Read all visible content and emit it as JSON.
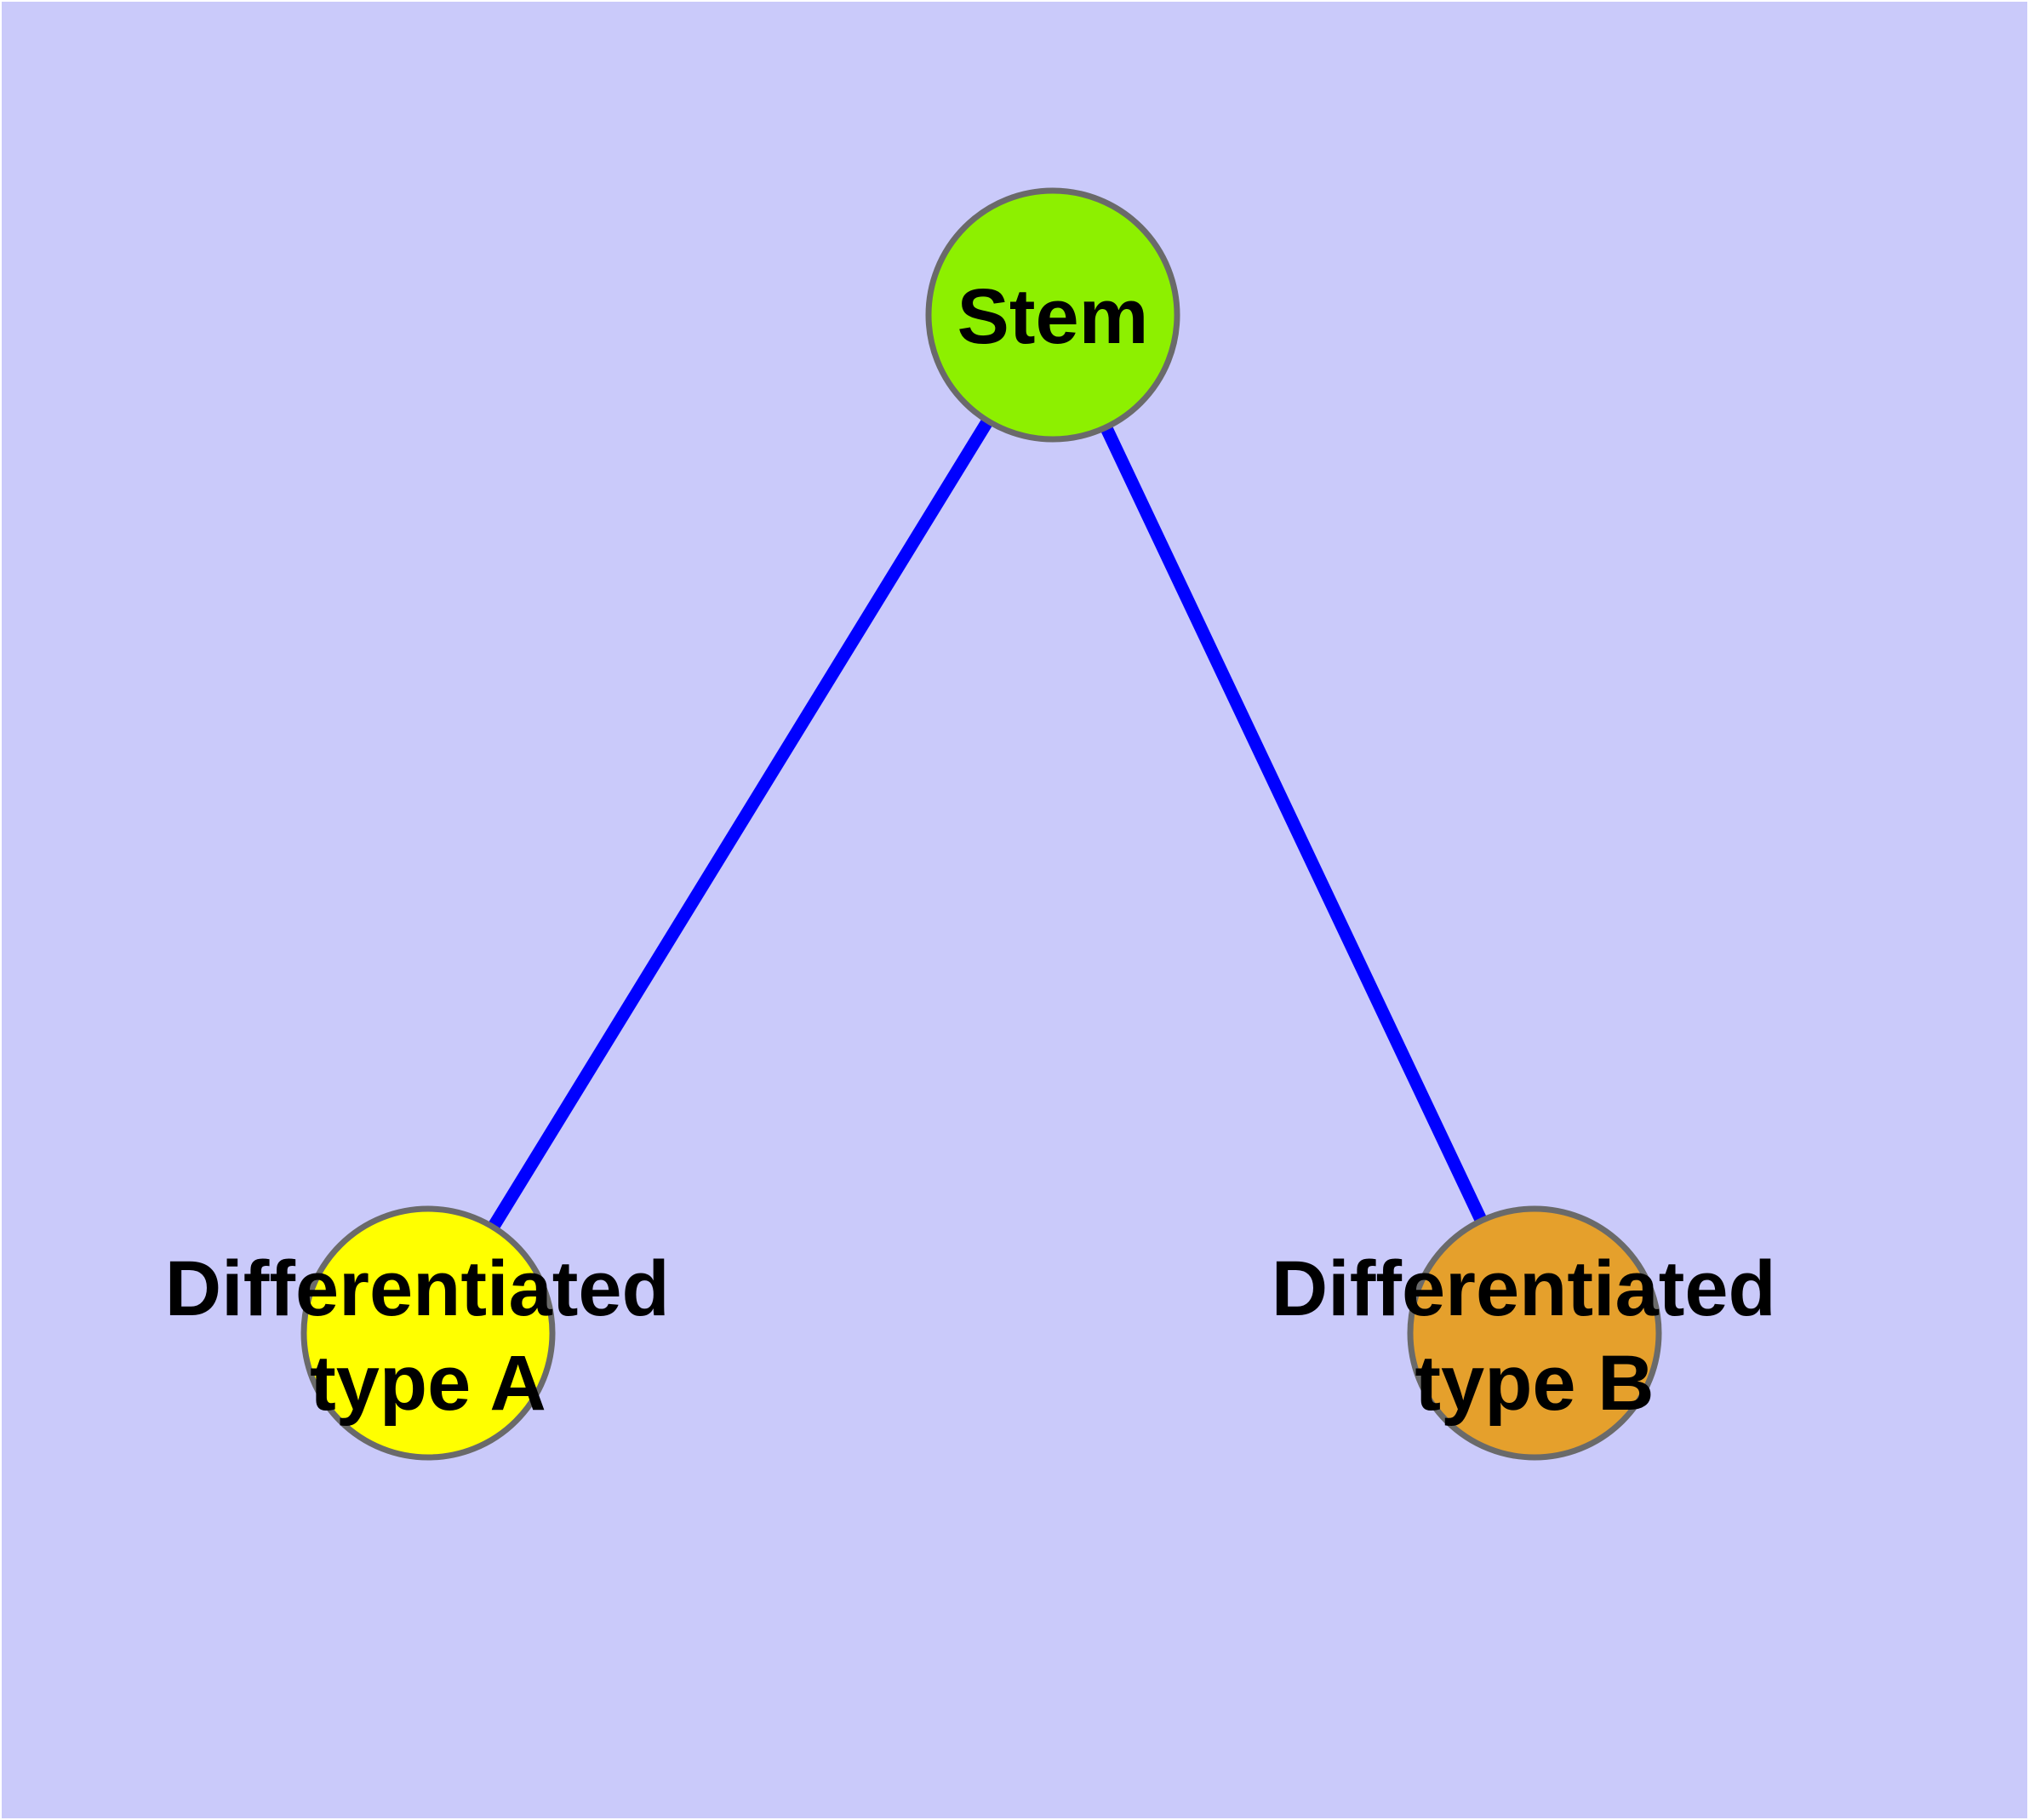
{
  "canvas": {
    "background": "#CACAFA",
    "frame_color": "#FFFFFF"
  },
  "graph": {
    "nodes": [
      {
        "id": "stem",
        "label": "Stem",
        "fill": "#8DF000",
        "border": "#6A6A6A",
        "text_color": "#000000"
      },
      {
        "id": "typeA",
        "label": "Differentiated type A",
        "line1": "Differentiated",
        "line2": "type A",
        "fill": "#FFFF00",
        "border": "#6A6A6A",
        "text_color": "#000000"
      },
      {
        "id": "typeB",
        "label": "Differentiated type B",
        "line1": "Differentiated",
        "line2": "type B",
        "fill": "#E5A02C",
        "border": "#6A6A6A",
        "text_color": "#000000"
      }
    ],
    "edges": [
      {
        "from": "Stem",
        "to": "Differentiated type A",
        "color": "#0000FF"
      },
      {
        "from": "Stem",
        "to": "Differentiated type B",
        "color": "#0000FF"
      }
    ]
  }
}
